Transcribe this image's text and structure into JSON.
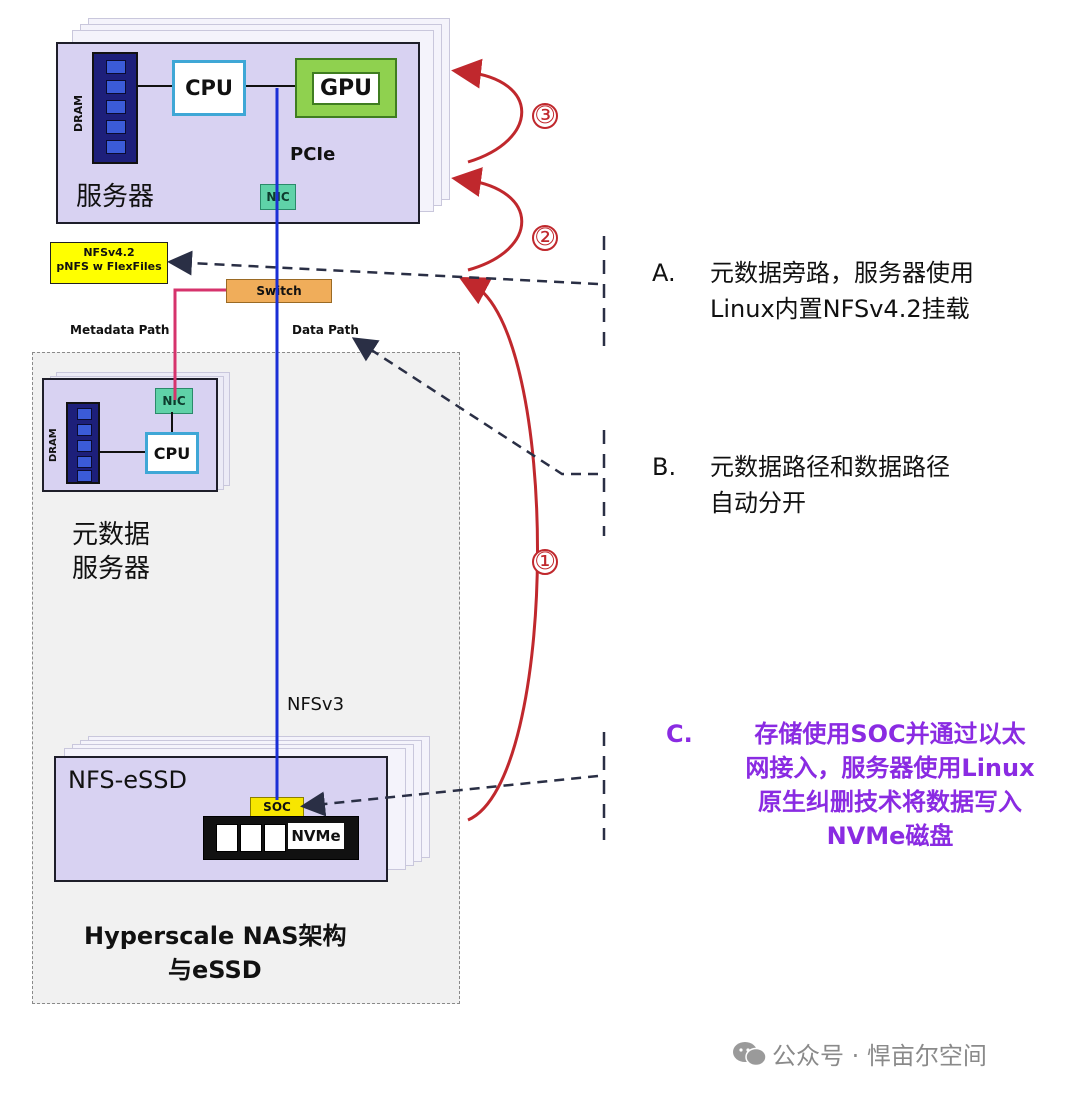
{
  "top_server": {
    "label": "服务器",
    "cpu_label": "CPU",
    "gpu_label": "GPU",
    "dram_label": "DRAM",
    "bus_label": "PCIe",
    "nic_label": "NIC"
  },
  "nfs_tag": {
    "line1": "NFSv4.2",
    "line2": "pNFS w FlexFiles"
  },
  "switch_label": "Switch",
  "paths": {
    "metadata": "Metadata Path",
    "data": "Data Path",
    "nfsv3": "NFSv3"
  },
  "metadata_server": {
    "nic_label": "NIC",
    "cpu_label": "CPU",
    "dram_label": "DRAM",
    "label_line1": "元数据",
    "label_line2": "服务器"
  },
  "essd": {
    "label": "NFS-eSSD",
    "soc_label": "SOC",
    "nvme_label": "NVMe"
  },
  "nas_box": {
    "title_line1": "Hyperscale NAS架构",
    "title_line2": "与eSSD"
  },
  "steps": [
    "③",
    "②",
    "①"
  ],
  "notes": {
    "a_marker": "A.",
    "a_line1": "元数据旁路，服务器使用",
    "a_line2": "Linux内置NFSv4.2挂载",
    "b_marker": "B.",
    "b_line1": "元数据路径和数据路径",
    "b_line2": "自动分开",
    "c_marker": "C.",
    "c_line1": "存储使用SOC并通过以太",
    "c_line2": "网接入，服务器使用Linux",
    "c_line3": "原生纠删技术将数据写入",
    "c_line4": "NVMe磁盘"
  },
  "watermark": "公众号 · 悍亩尔空间",
  "colors": {
    "server_fill": "#d8d2f2",
    "data_line": "#1a2fd6",
    "metadata_line": "#d6336c",
    "arrow": "#c0282d",
    "note_c": "#8a2be2",
    "dashed_arrow": "#2a2f45"
  }
}
